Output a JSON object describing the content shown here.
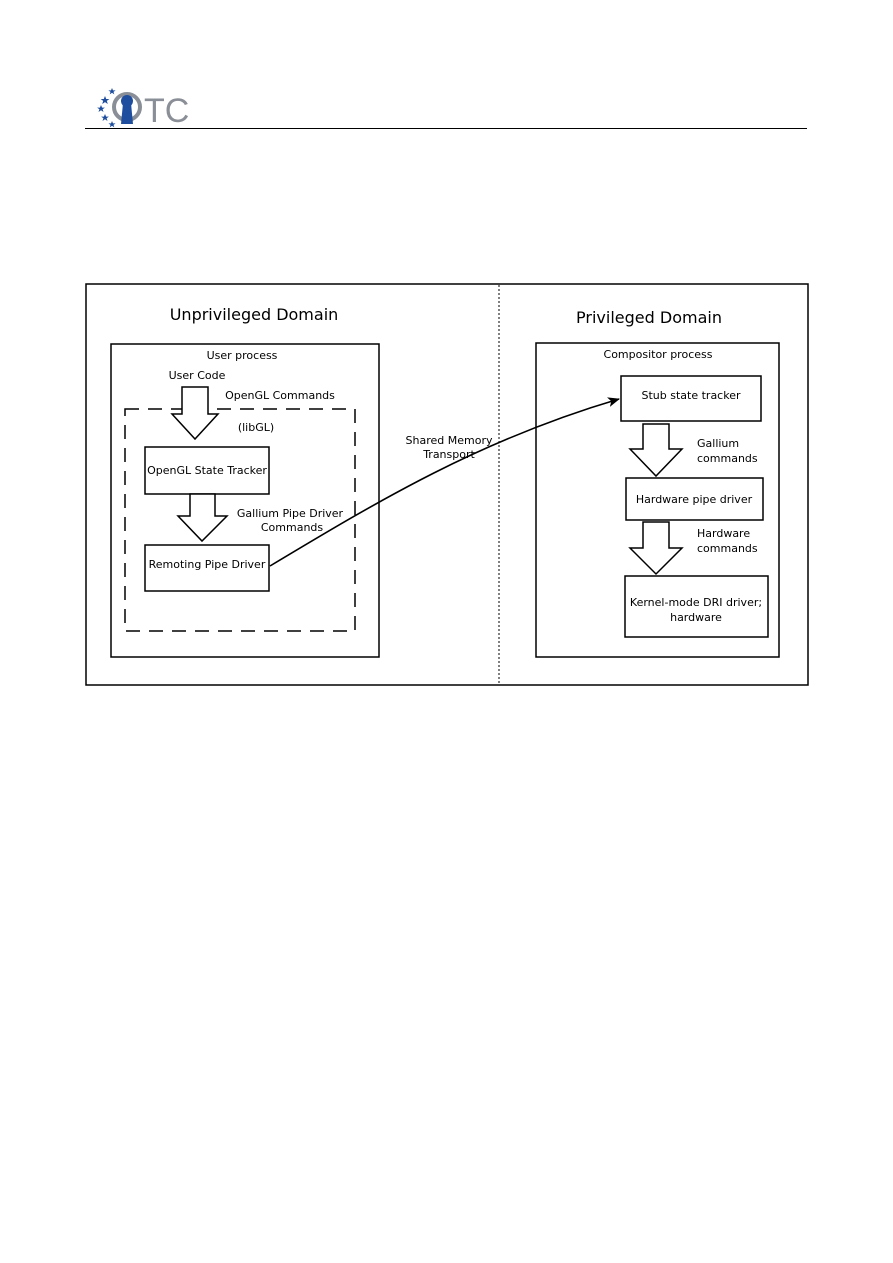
{
  "header": {
    "logo_text": "TC",
    "logo_colors": {
      "primary": "#1f4e9e",
      "gray": "#8a8f97"
    }
  },
  "diagram": {
    "left_domain": {
      "title": "Unprivileged Domain",
      "process_label": "User process",
      "user_code_label": "User Code",
      "opengl_commands_label": "OpenGL Commands",
      "libgl_label": "(libGL)",
      "state_tracker": "OpenGL State Tracker",
      "gallium_label_1": "Gallium Pipe Driver",
      "gallium_label_2": "Commands",
      "remoting_driver": "Remoting Pipe Driver"
    },
    "transport": {
      "label_1": "Shared Memory",
      "label_2": "Transport"
    },
    "right_domain": {
      "title": "Privileged Domain",
      "process_label": "Compositor process",
      "stub_tracker": "Stub state tracker",
      "gallium_commands_1": "Gallium",
      "gallium_commands_2": "commands",
      "hw_pipe_driver": "Hardware pipe driver",
      "hw_commands_1": "Hardware",
      "hw_commands_2": "commands",
      "kernel_driver_1": "Kernel-mode DRI driver;",
      "kernel_driver_2": "hardware"
    }
  }
}
